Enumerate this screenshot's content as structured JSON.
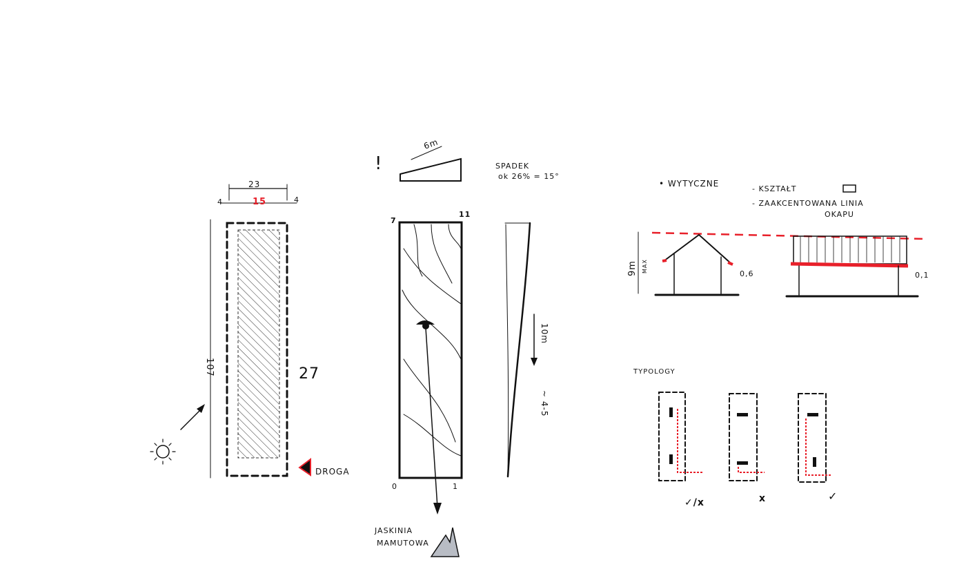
{
  "colors": {
    "ink": "#111111",
    "accent": "#e8202a",
    "mountain": "#b8bcc4"
  },
  "plot_plan": {
    "width_total": "23",
    "width_buildable": "15",
    "setback_left": "4",
    "setback_right": "4",
    "length": "107",
    "side_label": "27",
    "road_label": "DROGA"
  },
  "terrain": {
    "warning": "!",
    "slope_length": "6m",
    "slope_title": "SPADEK",
    "slope_value": "ok 26% = 15°",
    "corner_top_left": "7",
    "corner_top_right": "11",
    "corner_bottom_left": "0",
    "corner_bottom_right": "1",
    "section_height": "10m",
    "section_approx": "~ 4-5",
    "cave_line1": "JASKINIA",
    "cave_line2": "MAMUTOWA"
  },
  "guidelines": {
    "title": "• WYTYCZNE",
    "item1": "- KSZTAŁT",
    "item2_line1": "- ZAAKCENTOWANA LINIA",
    "item2_line2": "OKAPU",
    "height_label": "9m",
    "height_max": "MAX",
    "eave_gable": "0,6",
    "eave_flat": "0,1"
  },
  "typology": {
    "title": "TYPOLOGY",
    "options": [
      {
        "verdict": "✓/x"
      },
      {
        "verdict": "x"
      },
      {
        "verdict": "✓"
      }
    ]
  }
}
